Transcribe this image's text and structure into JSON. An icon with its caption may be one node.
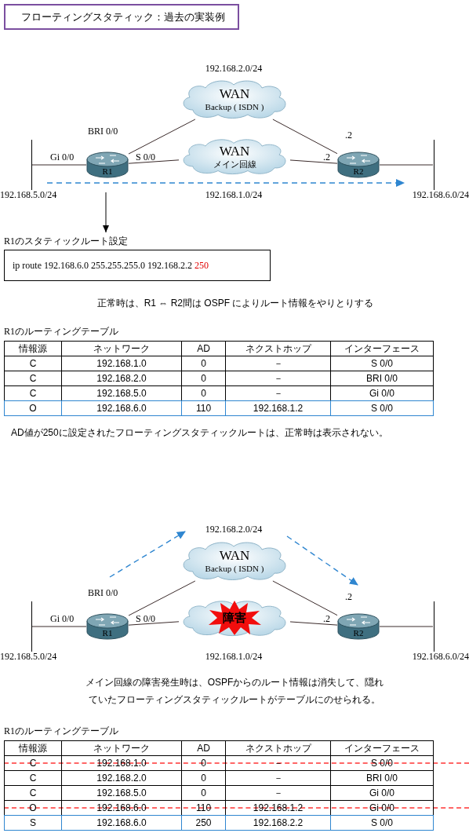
{
  "diagram": {
    "nodes": [
      {
        "text": [
          "フローティングスタティック：過去の実装例"
        ]
      },
      {
        "text": [
          "WAN",
          "Backup ( ISDN )"
        ],
        "beside": [
          "192.168.2.0/24"
        ]
      },
      {
        "text": [],
        "shape": "bar",
        "beside": [
          "192.168.5.0/24"
        ]
      },
      {
        "text": [
          "R1"
        ]
      },
      {
        "text": [
          "WAN",
          "メイン回線"
        ],
        "beside": [
          "192.168.1.0/24"
        ]
      },
      {
        "text": [
          "R2"
        ]
      },
      {
        "text": [],
        "shape": "bar",
        "beside": [
          "192.168.6.0/24"
        ]
      },
      {
        "text": [
          "R1のスタティックルート設定",
          "ip route 192.168.6.0 255.255.255.0 192.168.2.2",
          "250"
        ]
      },
      {
        "text": [
          "WAN",
          "Backup ( ISDN )"
        ],
        "beside": [
          "192.168.2.0/24"
        ]
      },
      {
        "text": [],
        "shape": "bar",
        "beside": [
          "192.168.5.0/24"
        ]
      },
      {
        "text": [
          "R1"
        ]
      },
      {
        "text": [],
        "shape": "cloud",
        "beside": [
          "192.168.1.0/24"
        ]
      },
      {
        "text": [
          "障害"
        ],
        "in": 11
      },
      {
        "text": [
          "R2"
        ]
      },
      {
        "text": [],
        "shape": "bar",
        "beside": [
          "192.168.6.0/24"
        ]
      }
    ],
    "edges": [
      {
        "from": 2,
        "to": 3,
        "arrow": "none"
      },
      {
        "from": 3,
        "to": 1,
        "arrow": "none"
      },
      {
        "from": 1,
        "to": 5,
        "arrow": "none"
      },
      {
        "from": 3,
        "to": 4,
        "arrow": "none"
      },
      {
        "from": 4,
        "to": 5,
        "arrow": "none"
      },
      {
        "from": 5,
        "to": 6,
        "arrow": "none"
      },
      {
        "from": 3,
        "to": 7,
        "arrow": "to"
      },
      {
        "from": 9,
        "to": 10,
        "arrow": "none"
      },
      {
        "from": 10,
        "to": 8,
        "arrow": "none"
      },
      {
        "from": 8,
        "to": 13,
        "arrow": "none"
      },
      {
        "from": 10,
        "to": 11,
        "arrow": "none"
      },
      {
        "from": 11,
        "to": 13,
        "arrow": "none"
      },
      {
        "from": 13,
        "to": 14,
        "arrow": "none"
      }
    ],
    "labels": [
      "BRI 0/0",
      ".2",
      "Gi 0/0",
      "S 0/0",
      ".2",
      "正常時は、R1 ⇔ R2間は OSPF によりルート情報をやりとりする",
      "R1のルーティングテーブル",
      "情報源",
      "ネットワーク",
      "AD",
      "ネクストホップ",
      "インターフェース",
      "C",
      "192.168.1.0",
      "0",
      "－",
      "S 0/0",
      "C",
      "192.168.2.0",
      "0",
      "－",
      "BRI 0/0",
      "C",
      "192.168.5.0",
      "0",
      "－",
      "Gi 0/0",
      "O",
      "192.168.6.0",
      "110",
      "192.168.1.2",
      "S 0/0",
      "AD値が250に設定されたフローティングスタティックルートは、正常時は表示されない。",
      "BRI 0/0",
      ".2",
      "Gi 0/0",
      "S 0/0",
      ".2",
      "メイン回線の障害発生時は、OSPFからのルート情報は消失して、隠れていたフローティングスタティックルートがテーブルにのせられる。",
      "R1のルーティングテーブル",
      "情報源",
      "ネットワーク",
      "AD",
      "ネクストホップ",
      "インターフェース",
      "C",
      "192.168.1.0",
      "0",
      "－",
      "S 0/0",
      "C",
      "192.168.2.0",
      "0",
      "－",
      "BRI 0/0",
      "C",
      "192.168.5.0",
      "0",
      "－",
      "Gi 0/0",
      "O",
      "192.168.6.0",
      "110",
      "192.168.1.2",
      "Gi 0/0",
      "S",
      "192.168.6.0",
      "250",
      "192.168.2.2",
      "S 0/0"
    ]
  }
}
